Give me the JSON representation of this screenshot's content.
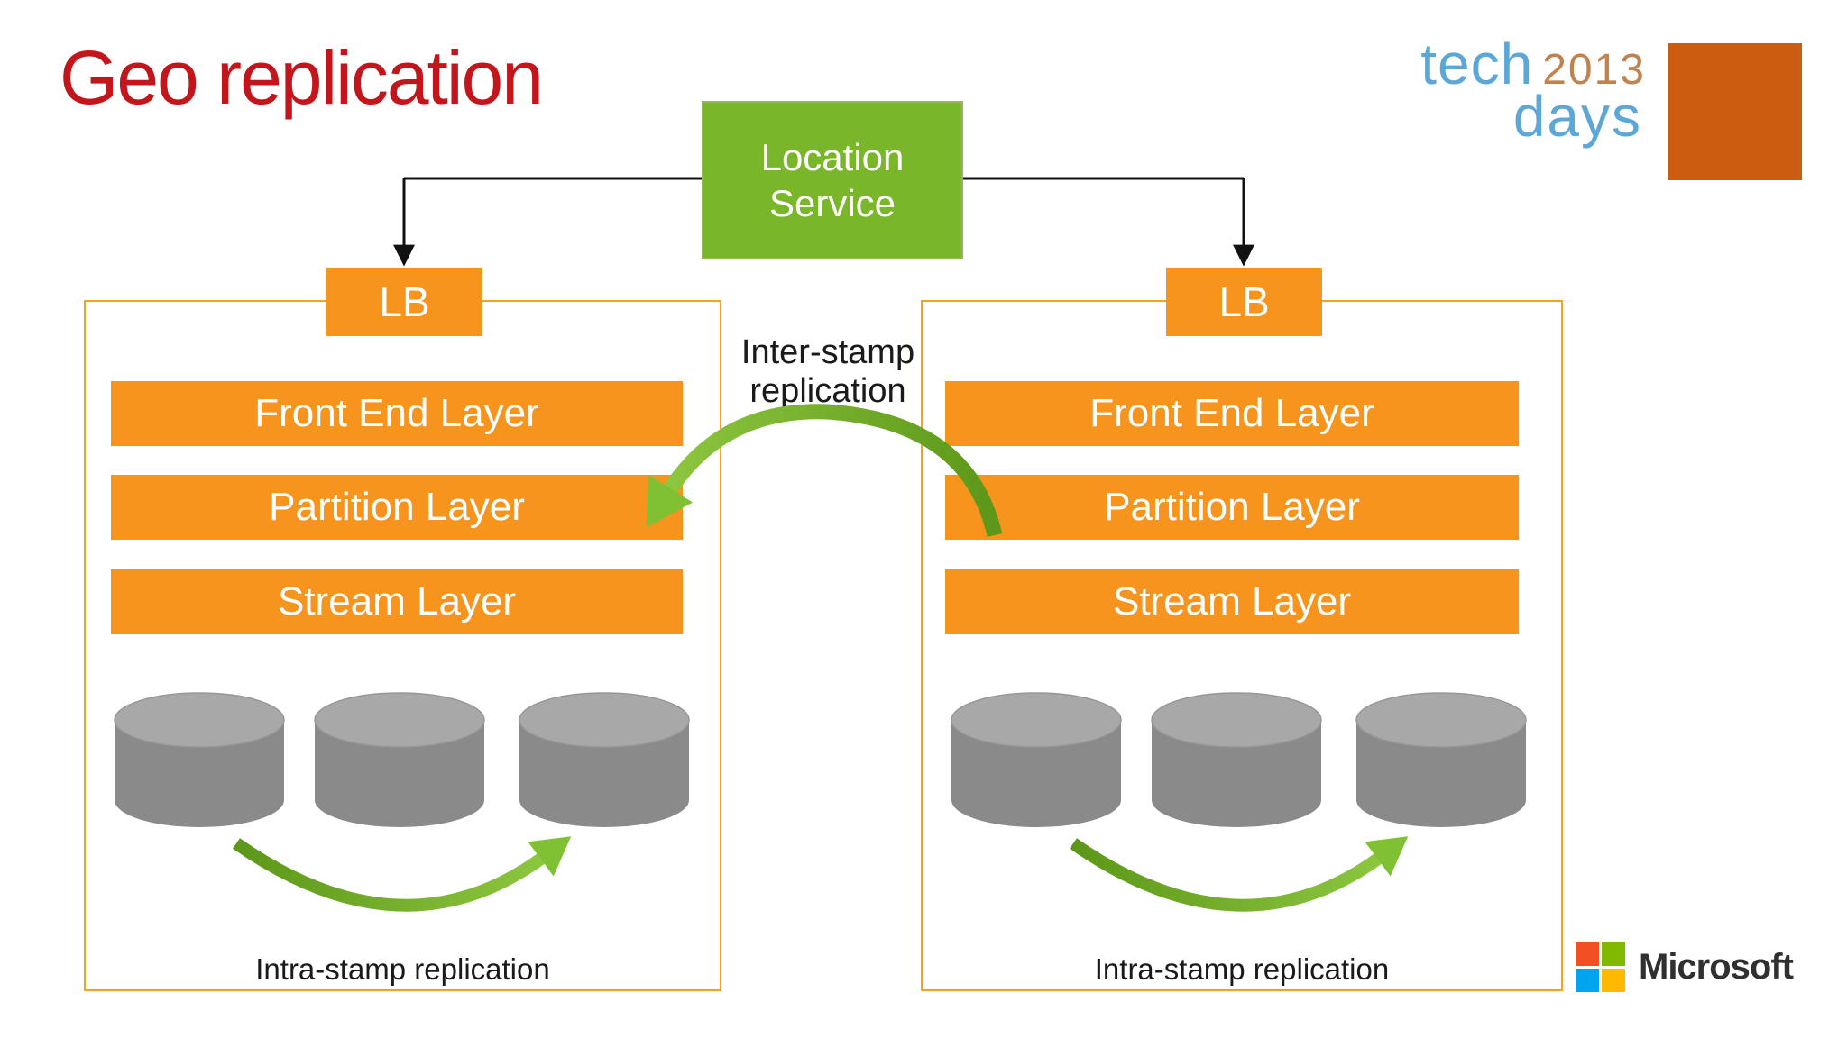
{
  "slide": {
    "title": "Geo replication"
  },
  "colors": {
    "title_red": "#C3161C",
    "bar_orange": "#F7941E",
    "stamp_border_orange": "#F7A21D",
    "location_service_green": "#7AB629",
    "green_arrow_dark": "#5D9719",
    "green_arrow_light": "#8DC63F",
    "cylinder_body_gray": "#8A8A8A",
    "cylinder_top_gray": "#A8A8A8",
    "connector_black": "#111111",
    "techdays_blue": "#5CA7D8",
    "techdays_tan": "#C1824E",
    "techdays_square_orange": "#CC5C10",
    "microsoft_square_red": "#F25022",
    "microsoft_square_green": "#7FBA00",
    "microsoft_square_blue": "#00A4EF",
    "microsoft_square_yellow": "#FFB900"
  },
  "location_service": {
    "label": "Location Service"
  },
  "inter_stamp": {
    "line1": "Inter-stamp",
    "line2": "replication"
  },
  "stamps": [
    {
      "id": "left",
      "lb": "LB",
      "layers": [
        "Front End Layer",
        "Partition Layer",
        "Stream Layer"
      ],
      "cylinder_count": 3,
      "intra_label": "Intra-stamp replication"
    },
    {
      "id": "right",
      "lb": "LB",
      "layers": [
        "Front End Layer",
        "Partition Layer",
        "Stream Layer"
      ],
      "cylinder_count": 3,
      "intra_label": "Intra-stamp replication"
    }
  ],
  "branding": {
    "techdays": {
      "tech": "tech",
      "year": "2013",
      "days": "days"
    },
    "microsoft": {
      "label": "Microsoft"
    }
  }
}
